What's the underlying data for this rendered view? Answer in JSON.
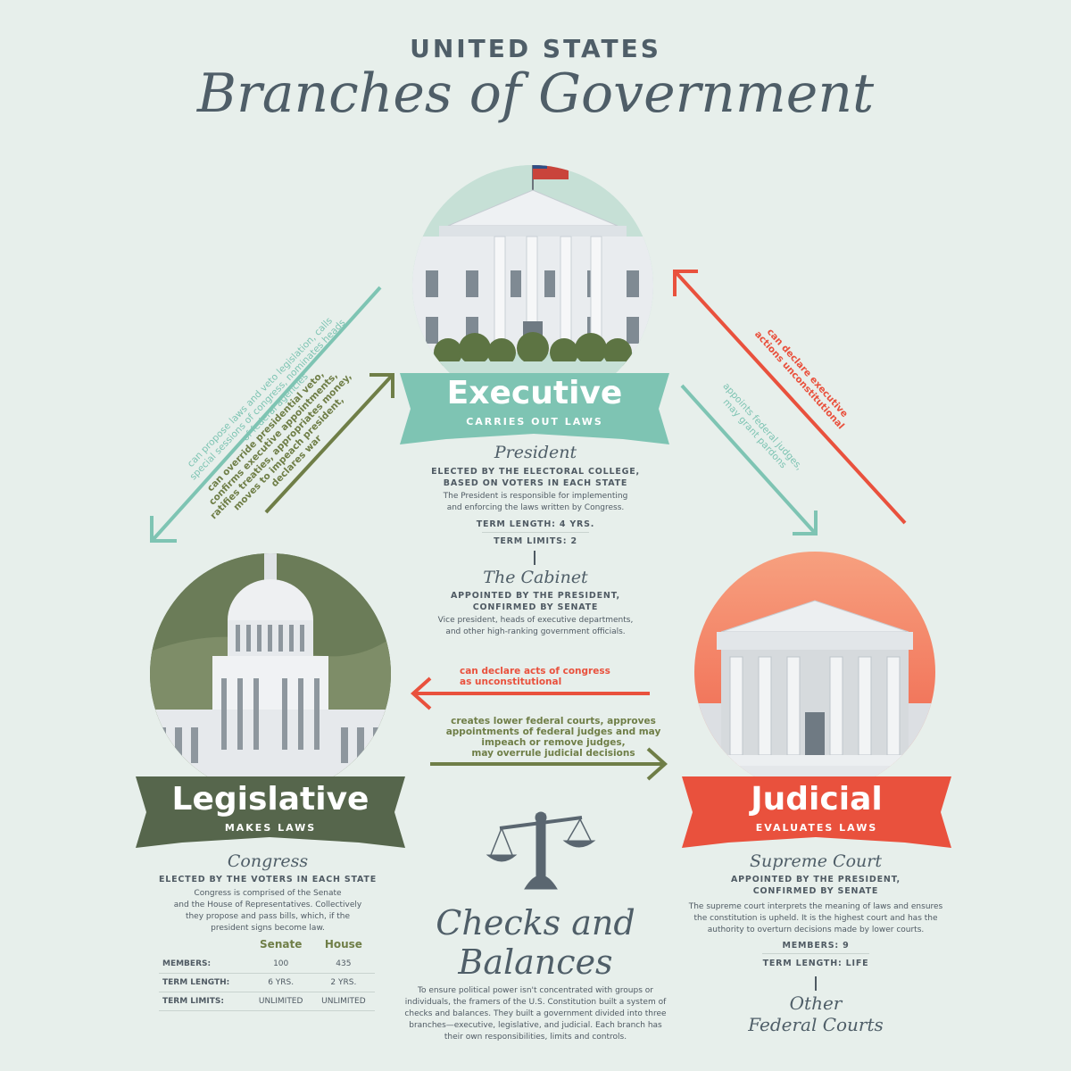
{
  "title": {
    "top": "UNITED STATES",
    "main": "Branches of Government"
  },
  "executive": {
    "name": "Executive",
    "tagline": "CARRIES OUT LAWS",
    "official": "President",
    "elected": [
      "ELECTED BY THE ELECTORAL COLLEGE,",
      "BASED ON VOTERS IN EACH STATE"
    ],
    "description": [
      "The President is responsible for implementing",
      "and enforcing the laws written by Congress."
    ],
    "term_length": "TERM LENGTH: 4 YRS.",
    "term_limits": "TERM LIMITS: 2",
    "cabinet": {
      "title": "The Cabinet",
      "appointed": [
        "APPOINTED BY THE PRESIDENT,",
        "CONFIRMED BY SENATE"
      ],
      "description": [
        "Vice president, heads of executive departments,",
        "and other high-ranking government officials."
      ]
    }
  },
  "legislative": {
    "name": "Legislative",
    "tagline": "MAKES LAWS",
    "official": "Congress",
    "elected": "ELECTED BY THE VOTERS IN EACH STATE",
    "description": [
      "Congress is comprised of the Senate",
      "and the House of Representatives. Collectively",
      "they propose and pass bills, which, if the",
      "president signs become law."
    ],
    "table": {
      "headers": [
        "",
        "Senate",
        "House"
      ],
      "rows": [
        [
          "MEMBERS:",
          "100",
          "435"
        ],
        [
          "TERM LENGTH:",
          "6 YRS.",
          "2 YRS."
        ],
        [
          "TERM LIMITS:",
          "UNLIMITED",
          "UNLIMITED"
        ]
      ]
    }
  },
  "judicial": {
    "name": "Judicial",
    "tagline": "EVALUATES LAWS",
    "official": "Supreme Court",
    "appointed": [
      "APPOINTED BY THE PRESIDENT,",
      "CONFIRMED BY SENATE"
    ],
    "description": [
      "The supreme court interprets the meaning of laws and ensures",
      "the constitution is upheld. It is the highest court and has the",
      "authority to overturn decisions made by lower courts."
    ],
    "members": "MEMBERS: 9",
    "term_length": "TERM LENGTH: LIFE",
    "other": [
      "Other",
      "Federal Courts"
    ]
  },
  "checks": {
    "title": [
      "Checks and",
      "Balances"
    ],
    "description": [
      "To ensure political power isn't concentrated with groups or",
      "individuals, the framers of the U.S. Constitution built a system of",
      "checks and balances. They built a government divided into three",
      "branches—executive, legislative, and judicial. Each branch has",
      "their own responsibilities, limits and controls."
    ]
  },
  "arrows": {
    "exec_to_leg": [
      "can propose laws and veto legislation, calls",
      "special sessions of congress, nominates heads",
      "of federal agencies"
    ],
    "leg_to_exec": [
      "can override presidential veto,",
      "confirms executive appointments,",
      "ratifies treaties, appropriates money,",
      "moves to impeach president,",
      "declares war"
    ],
    "jud_to_exec": [
      "can declare executive",
      "actions unconstitutional"
    ],
    "exec_to_jud": [
      "appoints federal judges,",
      "may grant pardons"
    ],
    "jud_to_leg": [
      "can declare acts of congress",
      "as unconstitutional"
    ],
    "leg_to_jud": [
      "creates lower federal courts, approves",
      "appointments of federal judges and may",
      "impeach or remove judges,",
      "may overrule judicial decisions"
    ]
  },
  "colors": {
    "background": "#e7efeb",
    "executive": "#7ec4b3",
    "legislative": "#56664c",
    "judicial": "#e9513d",
    "olive": "#6f7e47",
    "slate": "#4f5e68"
  }
}
